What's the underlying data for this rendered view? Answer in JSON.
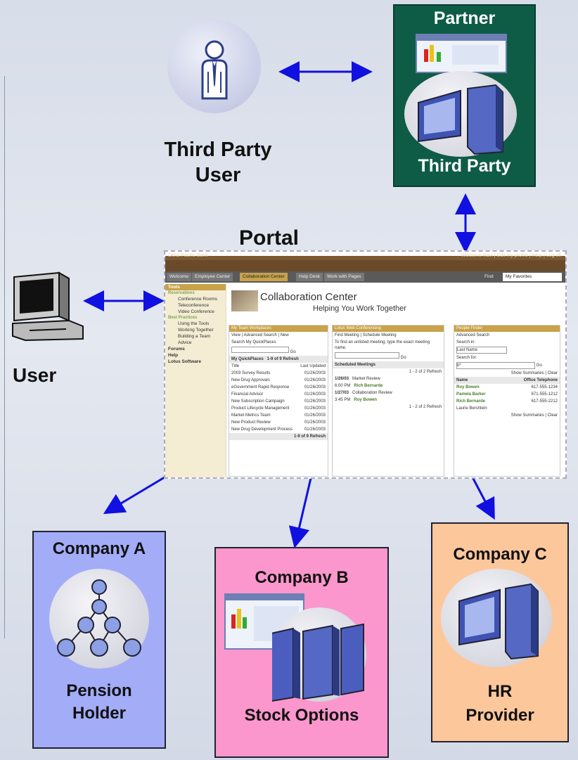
{
  "third_party_user": {
    "label_line1": "Third Party",
    "label_line2": "User"
  },
  "partner": {
    "title": "Partner",
    "subtitle": "Third Party"
  },
  "portal_label": "Portal",
  "user_label": "User",
  "company_a": {
    "title": "Company A",
    "subtitle_line1": "Pension",
    "subtitle_line2": "Holder"
  },
  "company_b": {
    "title": "Company B",
    "subtitle": "Stock Options"
  },
  "company_c": {
    "title": "Company C",
    "subtitle_line1": "HR",
    "subtitle_line2": "Provider"
  },
  "portal_screen": {
    "brand": "Delta Pacific Bank",
    "top_links": "Welcome Ravi | Edit my profile | Help | Log off",
    "tabs": [
      "Welcome",
      "Employee Center",
      "Collaboration Center",
      "Help Desk",
      "Work with Pages"
    ],
    "find": "Find",
    "favorites": "My Favorites",
    "sidebar": {
      "header": "Tools",
      "group1": "Reservations",
      "group1_items": [
        "Conference Rooms",
        "Teleconference",
        "Video Conference"
      ],
      "group2": "Best Practices",
      "group2_items": [
        "Using the Tools",
        "Working Together",
        "Building a Team",
        "Advice"
      ],
      "bottom": [
        "Forums",
        "Help",
        "Lotus Software"
      ]
    },
    "title": "Collaboration Center",
    "subtitle": "Helping You Work Together",
    "panel1": {
      "header": "My Team Workplaces",
      "links": "View | Advanced Search | New",
      "search_label": "Search My QuickPlaces",
      "go": "Go",
      "section": "My QuickPlaces",
      "count": "1-9 of 9",
      "refresh": "Refresh",
      "col_title": "Title",
      "col_updated": "Last Updated",
      "rows": [
        [
          "2003 Survey Results",
          "01/26/2003"
        ],
        [
          "New Drug Approvals",
          "01/26/2003"
        ],
        [
          "eGovernment Rapid Response",
          "01/26/2003"
        ],
        [
          "Financial Advisor",
          "01/26/2003"
        ],
        [
          "New Subscription Campaign",
          "01/26/2003"
        ],
        [
          "Product Lifecycle Management",
          "01/26/2003"
        ],
        [
          "Market Metrics Team",
          "01/26/2003"
        ],
        [
          "New Product Review",
          "01/26/2003"
        ],
        [
          "New Drug Development Process",
          "01/26/2003"
        ]
      ],
      "footer": "1-9 of 9  Refresh"
    },
    "panel2": {
      "header": "Lotus Web Conferencing",
      "links": "Find Meeting | Schedule Meeting",
      "instructions": "To find an unlisted meeting, type the exact meeting name.",
      "go": "Go",
      "section": "Scheduled Meetings",
      "count": "1 - 2 of 2  Refresh",
      "meetings": [
        {
          "date": "1/26/03",
          "time": "6:00 PM",
          "name": "Market Review",
          "host": "Rich Bernarde"
        },
        {
          "date": "1/27/03",
          "time": "3:45 PM",
          "name": "Collaboration Review",
          "host": "Roy Bowen"
        }
      ],
      "footer": "1 - 2 of 2  Refresh"
    },
    "panel3": {
      "header": "People Finder",
      "link": "Advanced Search",
      "search_in": "Search in:",
      "search_in_value": "Last Name",
      "search_for": "Search for:",
      "search_for_value": "b*",
      "go": "Go",
      "summaries": "Show Summaries | Clear",
      "col_name": "Name",
      "col_phone": "Office Telephone",
      "people": [
        [
          "Roy Bowen",
          "617-555-1234"
        ],
        [
          "Pamela Barker",
          "671-555-1212"
        ],
        [
          "Rich Bernarde",
          "617-555-2212"
        ],
        [
          "Laurie Bershtein",
          ""
        ]
      ],
      "footer": "Show Summaries | Clear"
    }
  },
  "colors": {
    "arrow": "#1010e0",
    "partner_bg": "#0e5c45",
    "company_a": "#a3acf7",
    "company_b": "#fb97cc",
    "company_c": "#fdc79c"
  }
}
